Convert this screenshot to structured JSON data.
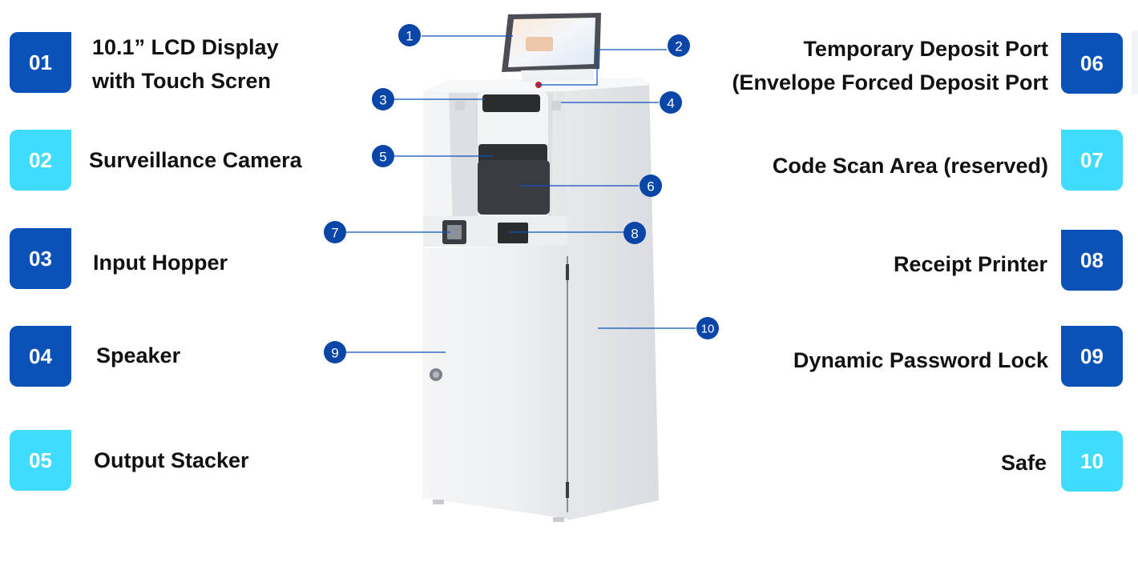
{
  "colors": {
    "dark_blue": "#0a52b7",
    "light_blue": "#3fdcff",
    "callout_blue": "#0a45a8",
    "leader_line": "#0a52b7",
    "text": "#111111"
  },
  "left_items": [
    {
      "number": "01",
      "lines": [
        "10.1” LCD Display",
        "with Touch Scren"
      ],
      "color": "dark_blue"
    },
    {
      "number": "02",
      "lines": [
        "Surveillance Camera"
      ],
      "color": "light_blue"
    },
    {
      "number": "03",
      "lines": [
        "Input Hopper"
      ],
      "color": "dark_blue"
    },
    {
      "number": "04",
      "lines": [
        "Speaker"
      ],
      "color": "dark_blue"
    },
    {
      "number": "05",
      "lines": [
        "Output Stacker"
      ],
      "color": "light_blue"
    }
  ],
  "right_items": [
    {
      "number": "06",
      "lines": [
        "Temporary Deposit Port",
        "(Envelope Forced Deposit Port"
      ],
      "color": "dark_blue"
    },
    {
      "number": "07",
      "lines": [
        "Code Scan Area (reserved)"
      ],
      "color": "light_blue"
    },
    {
      "number": "08",
      "lines": [
        "Receipt Printer"
      ],
      "color": "dark_blue"
    },
    {
      "number": "09",
      "lines": [
        "Dynamic Password Lock"
      ],
      "color": "dark_blue"
    },
    {
      "number": "10",
      "lines": [
        "Safe"
      ],
      "color": "light_blue"
    }
  ],
  "callouts": [
    "1",
    "2",
    "3",
    "4",
    "5",
    "6",
    "7",
    "8",
    "9",
    "10"
  ]
}
